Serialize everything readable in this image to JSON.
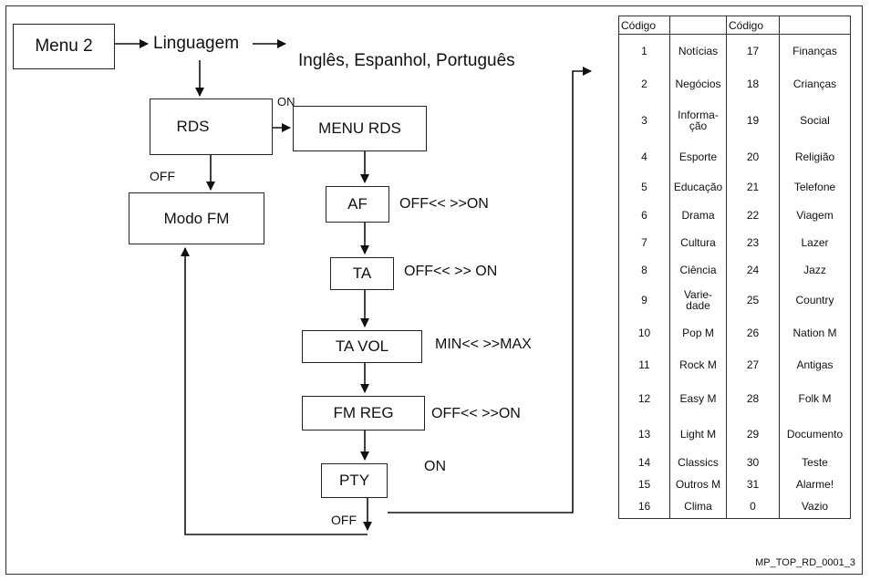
{
  "flow": {
    "menu2": "Menu 2",
    "linguagem": "Linguagem",
    "languages": "Inglês, Espanhol, Português",
    "rds": "RDS",
    "on_label": "ON",
    "off_label": "OFF",
    "modo_fm": "Modo FM",
    "menu_rds": "MENU RDS",
    "af": "AF",
    "af_opts": "OFF<< >>ON",
    "ta": "TA",
    "ta_opts": "OFF<< >> ON",
    "ta_vol": "TA VOL",
    "ta_vol_opts": "MIN<< >>MAX",
    "fm_reg": "FM REG",
    "fm_reg_opts": "OFF<< >>ON",
    "pty": "PTY",
    "pty_on": "ON",
    "pty_off": "OFF"
  },
  "table": {
    "header": [
      "Código",
      "",
      "Código",
      ""
    ],
    "rows": [
      [
        "1",
        "Notícias",
        "17",
        "Finanças"
      ],
      [
        "2",
        "Negócios",
        "18",
        "Crianças"
      ],
      [
        "3",
        "Informa-\nção",
        "19",
        "Social"
      ],
      [
        "4",
        "Esporte",
        "20",
        "Religião"
      ],
      [
        "5",
        "Educação",
        "21",
        "Telefone"
      ],
      [
        "6",
        "Drama",
        "22",
        "Viagem"
      ],
      [
        "7",
        "Cultura",
        "23",
        "Lazer"
      ],
      [
        "8",
        "Ciência",
        "24",
        "Jazz"
      ],
      [
        "9",
        "Varie-\ndade",
        "25",
        "Country"
      ],
      [
        "10",
        "Pop M",
        "26",
        "Nation M"
      ],
      [
        "11",
        "Rock M",
        "27",
        "Antigas"
      ],
      [
        "12",
        "Easy M",
        "28",
        "Folk M"
      ],
      [
        "13",
        "Light M",
        "29",
        "Documento"
      ],
      [
        "14",
        "Classics",
        "30",
        "Teste"
      ],
      [
        "15",
        "Outros M",
        "31",
        "Alarme!"
      ],
      [
        "16",
        "Clima",
        "0",
        "Vazio"
      ]
    ]
  },
  "figure_id": "MP_TOP_RD_0001_3"
}
